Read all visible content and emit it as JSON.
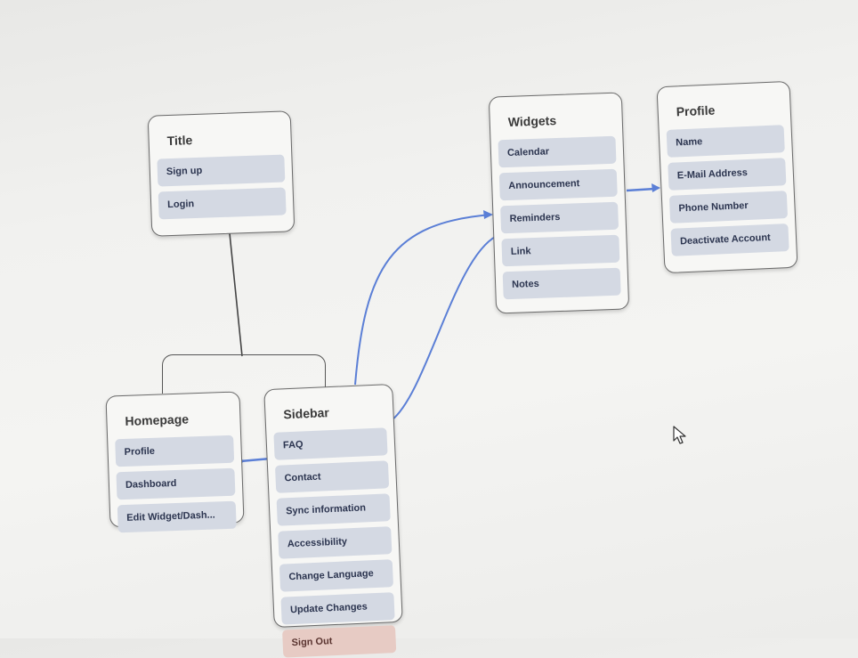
{
  "cards": {
    "title_card": {
      "title": "Title",
      "items": [
        "Sign up",
        "Login"
      ]
    },
    "homepage": {
      "title": "Homepage",
      "items": [
        "Profile",
        "Dashboard",
        "Edit Widget/Dash..."
      ]
    },
    "sidebar": {
      "title": "Sidebar",
      "items": [
        "FAQ",
        "Contact",
        "Sync information",
        "Accessibility",
        "Change Language",
        "Update Changes",
        "Sign Out"
      ]
    },
    "widgets": {
      "title": "Widgets",
      "items": [
        "Calendar",
        "Announcement",
        "Reminders",
        "Link",
        "Notes"
      ]
    },
    "profile": {
      "title": "Profile",
      "items": [
        "Name",
        "E-Mail Address",
        "Phone Number",
        "Deactivate Account"
      ]
    }
  },
  "colors": {
    "item_fill": "#d4d9e3",
    "danger_fill": "#e7cbc4",
    "connector_blue": "#5b7fd6",
    "connector_dark": "#444444"
  }
}
